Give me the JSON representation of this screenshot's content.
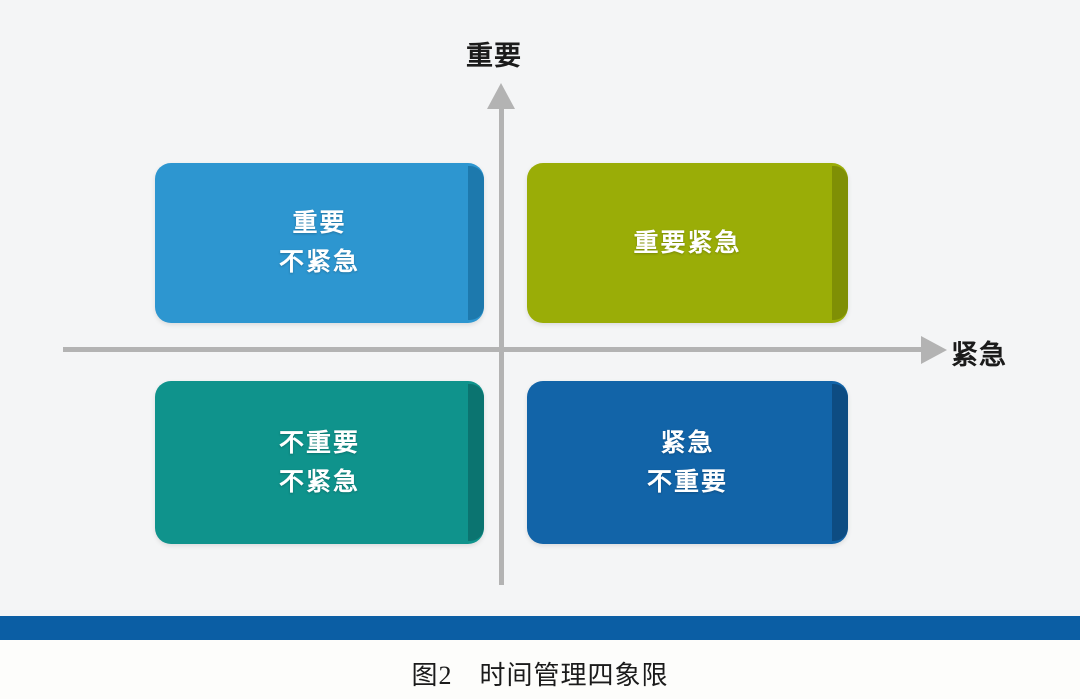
{
  "figure": {
    "background_color": "#f4f5f6",
    "caption": "图2　时间管理四象限",
    "bottom_bar_color": "#0b5ea4"
  },
  "axes": {
    "vertical_label": "重要",
    "horizontal_label": "紧急",
    "axis_color": "#b3b3b3"
  },
  "quadrants": [
    {
      "id": "important-not-urgent",
      "position": "top-left",
      "line1": "重要",
      "line2": "不紧急",
      "color": "#2d96d0",
      "shade_color": "#1d79ad"
    },
    {
      "id": "important-urgent",
      "position": "top-right",
      "line1": "重要紧急",
      "line2": "",
      "color": "#9aad07",
      "shade_color": "#7f8f05"
    },
    {
      "id": "not-important-not-urgent",
      "position": "bottom-left",
      "line1": "不重要",
      "line2": "不紧急",
      "color": "#0f938c",
      "shade_color": "#0b7470"
    },
    {
      "id": "urgent-not-important",
      "position": "bottom-right",
      "line1": "紧急",
      "line2": "不重要",
      "color": "#1264a8",
      "shade_color": "#0d4c82"
    }
  ]
}
